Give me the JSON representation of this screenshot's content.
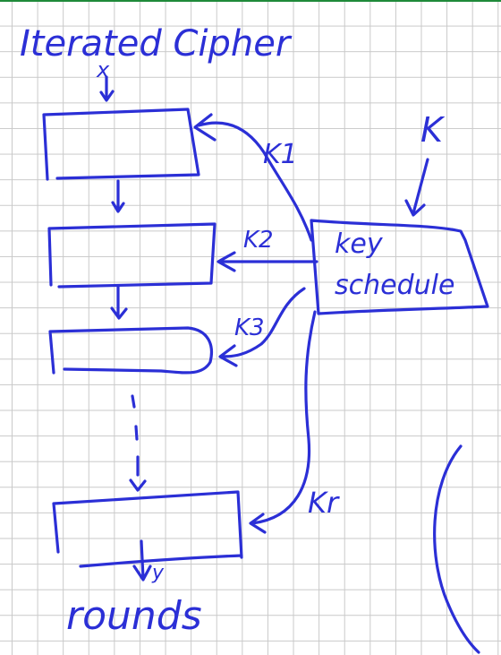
{
  "title": "Iterated Cipher",
  "plaintext_label": "x",
  "key_label": "K",
  "key_schedule": {
    "line1": "key",
    "line2": "schedule"
  },
  "round_keys": [
    "K1",
    "K2",
    "K3",
    "Kr"
  ],
  "output_label": "y",
  "rounds_label": "rounds",
  "ink_color": "#2b2fd6"
}
